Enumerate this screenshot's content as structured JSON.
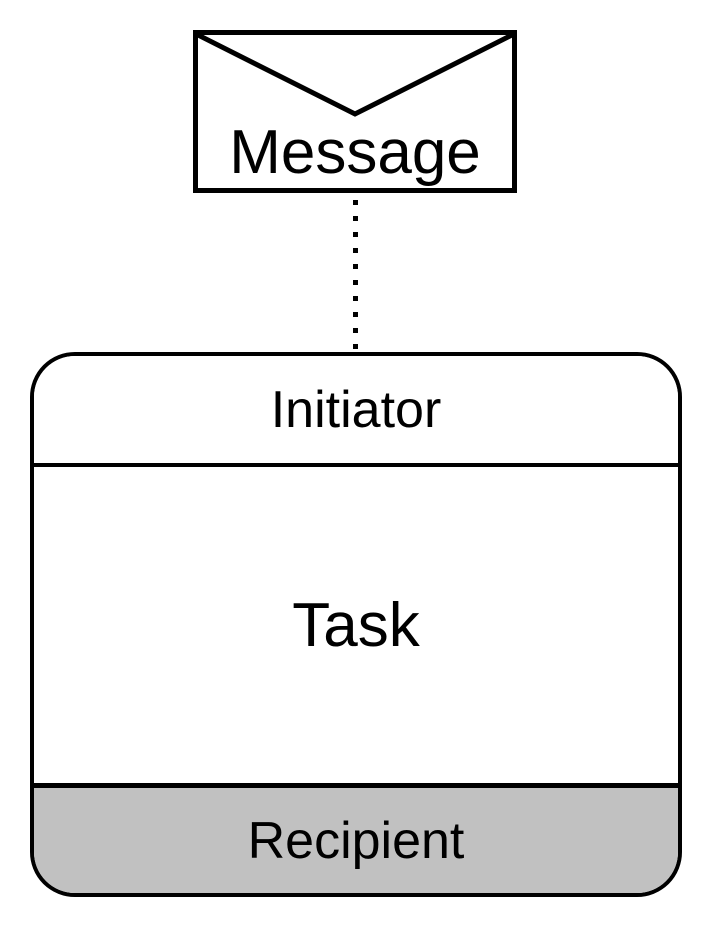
{
  "diagram": {
    "envelope": {
      "label": "Message"
    },
    "connector": {
      "style": "dotted-vertical"
    },
    "box": {
      "initiator_label": "Initiator",
      "task_label": "Task",
      "recipient_label": "Recipient"
    },
    "colors": {
      "stroke": "#000000",
      "fill": "#ffffff",
      "recipient_fill": "#c1c1c1"
    }
  }
}
